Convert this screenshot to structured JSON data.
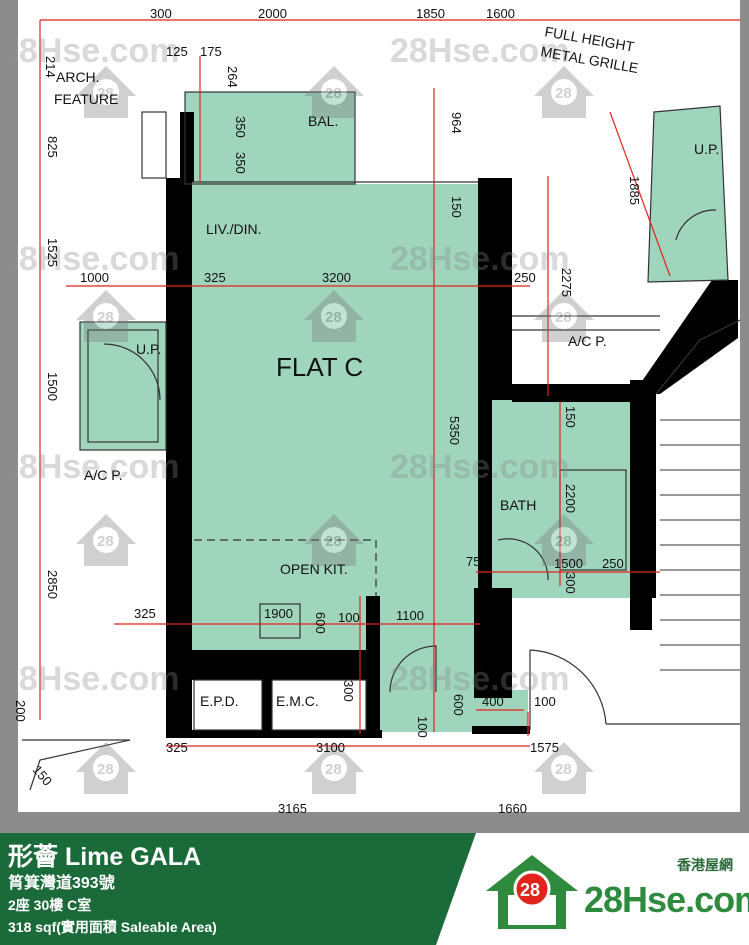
{
  "plan": {
    "flat_label": "FLAT C",
    "rooms": {
      "bal": "BAL.",
      "livdin": "LIV./DIN.",
      "bath": "BATH",
      "kitchen": "OPEN KIT.",
      "epd": "E.P.D.",
      "emc": "E.M.C.",
      "up_left": "U.P.",
      "up_right": "U.P.",
      "acp_left": "A/C P.",
      "acp_right": "A/C P."
    },
    "notes": {
      "arch1": "ARCH.",
      "arch2": "FEATURE",
      "grille1": "FULL HEIGHT",
      "grille2": "METAL GRILLE"
    },
    "dims": {
      "top_a": "300",
      "top_b": "2000",
      "top_c": "1850",
      "top_d": "1600",
      "d125": "125",
      "d175": "175",
      "d264": "264",
      "d214": "214",
      "d825": "825",
      "d1525": "1525",
      "d1500": "1500",
      "d2850": "2850",
      "d350a": "350",
      "d350b": "350",
      "d964": "964",
      "d150a": "150",
      "d1885": "1885",
      "d2275": "2275",
      "d1000": "1000",
      "d325a": "325",
      "d3200": "3200",
      "d250a": "250",
      "d5350": "5350",
      "d150b": "150",
      "d2200": "2200",
      "d75": "75",
      "d1500b": "1500",
      "d250b": "250",
      "d300a": "300",
      "d325b": "325",
      "d1900": "1900",
      "d600a": "600",
      "d100a": "100",
      "d1100": "1100",
      "d300b": "300",
      "d400": "400",
      "d100b": "100",
      "d600b": "600",
      "d100c": "100",
      "d325c": "325",
      "d3100": "3100",
      "d1575": "1575",
      "d150c": "150",
      "d3165": "3165",
      "d1660": "1660",
      "d200": "200"
    },
    "watermark": "28Hse.com",
    "badge_num": "28"
  },
  "footer": {
    "title": "形薈 Lime GALA",
    "address": "筲箕灣道393號",
    "unit": "2座 30樓 C室",
    "area": "318 sqf(實用面積 Saleable Area)",
    "brand_cn": "香港屋網",
    "brand_en": "28Hse.com",
    "logo_num": "28"
  },
  "colors": {
    "room_fill": "#9fd4bd",
    "wall": "#000000",
    "dim_line": "#e0231b",
    "background": "#8c8c8c",
    "footer_green": "#1b6b3a",
    "brand_green": "#2e8b3e"
  }
}
